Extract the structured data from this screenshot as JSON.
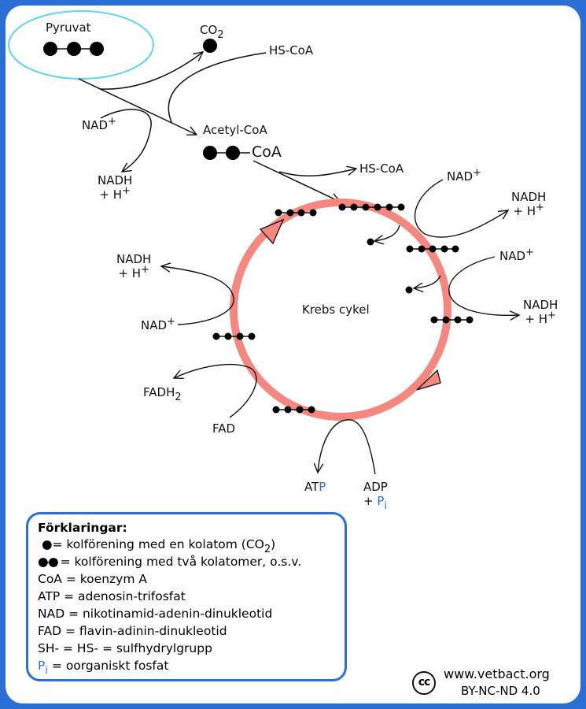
{
  "colors": {
    "frame": "#2a6fd6",
    "cycle": "#f4877f",
    "pyruvate_outline": "#5fd3ea",
    "accent_text": "#2a6fd6"
  },
  "pyruvate": {
    "label": "Pyruvat",
    "carbons": 3
  },
  "step1": {
    "co2": {
      "label": "CO",
      "sub": "2"
    },
    "hs_coa_in": "HS-CoA",
    "nad": {
      "label": "NAD",
      "sup": "+"
    },
    "nadh": {
      "line1": "NADH",
      "line2": "+ H",
      "sup": "+"
    }
  },
  "acetyl_coa": {
    "label": "Acetyl-CoA",
    "coa": "CoA",
    "carbons": 2
  },
  "hs_coa_out": "HS-CoA",
  "cycle": {
    "label": "Krebs cykel",
    "intermediates_carbons": [
      6,
      5,
      4,
      4,
      4,
      4
    ],
    "nad_right_top": {
      "label": "NAD",
      "sup": "+"
    },
    "nadh_right_top": {
      "line1": "NADH",
      "line2": "+ H",
      "sup": "+"
    },
    "nad_right_mid": {
      "label": "NAD",
      "sup": "+"
    },
    "nadh_right_mid": {
      "line1": "NADH",
      "line2": "+ H",
      "sup": "+"
    },
    "nadh_left": {
      "line1": "NADH",
      "line2": "+ H",
      "sup": "+"
    },
    "nad_left": {
      "label": "NAD",
      "sup": "+"
    },
    "fadh2": {
      "label": "FADH",
      "sub": "2"
    },
    "fad": "FAD",
    "atp": {
      "main": "AT",
      "blue": "P"
    },
    "adp": {
      "line1": "ADP",
      "line2": "+ ",
      "pi": "P",
      "pi_sub": "i"
    }
  },
  "legend": {
    "title": "Förklaringar:",
    "rows": [
      {
        "text": "= kolförening med en kolatom (CO",
        "sub": "2",
        "tail": ")"
      },
      {
        "text": "= kolförening med två kolatomer, o.s.v."
      },
      {
        "text": "CoA = koenzym A"
      },
      {
        "text": "ATP = adenosin-trifosfat"
      },
      {
        "text": "NAD = nikotinamid-adenin-dinukleotid"
      },
      {
        "text": "FAD = flavin-adinin-dinukleotid"
      },
      {
        "text": "SH- = HS- = sulfhydrylgrupp"
      },
      {
        "pi": "P",
        "pi_sub": "i",
        "text": " = oorganiskt fosfat"
      }
    ]
  },
  "credit": {
    "cc": "cc",
    "site": "www.vetbact.org",
    "license": "BY-NC-ND 4.0"
  }
}
